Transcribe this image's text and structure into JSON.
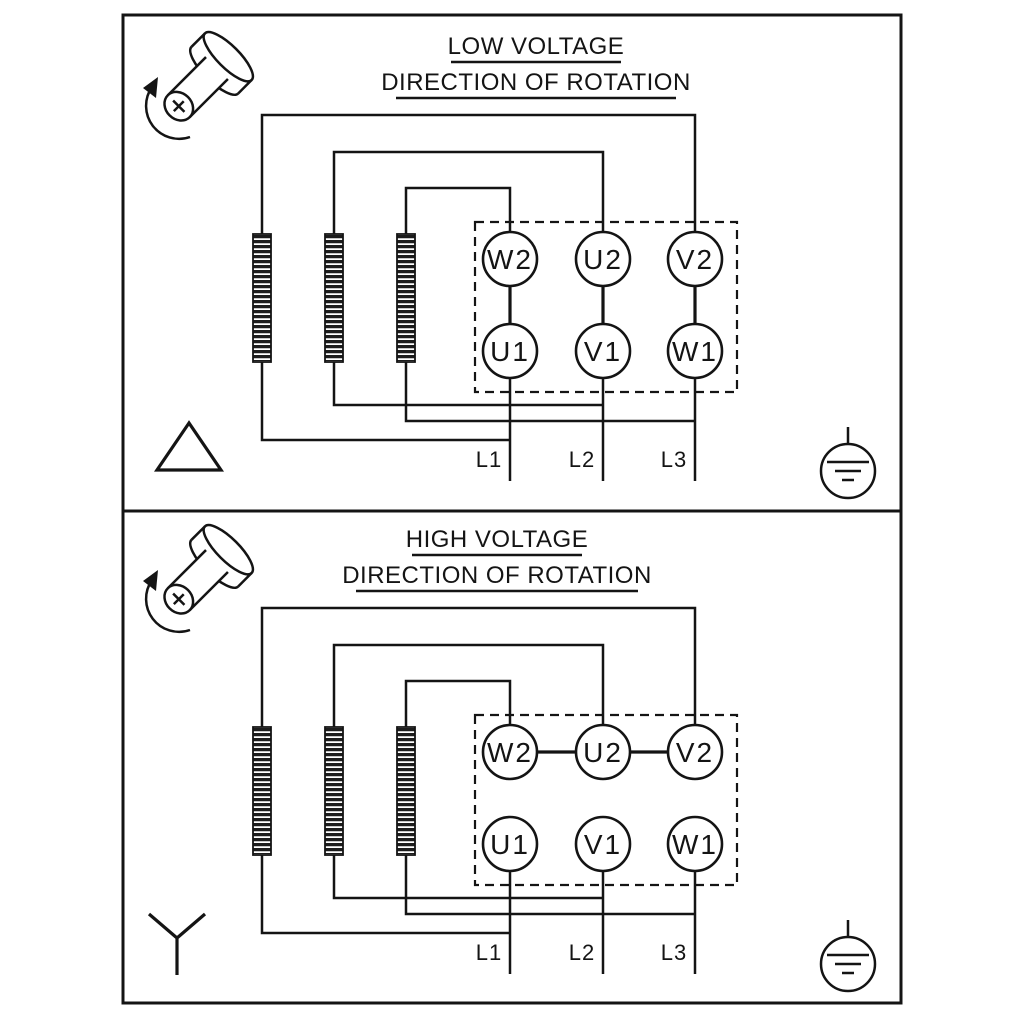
{
  "figure": {
    "kind": "motor-terminal-wiring-diagram",
    "panels": [
      {
        "title": "LOW VOLTAGE",
        "subtitle": "DIRECTION OF ROTATION",
        "connection": "delta",
        "terminals_top": [
          "W2",
          "U2",
          "V2"
        ],
        "terminals_bottom": [
          "U1",
          "V1",
          "W1"
        ],
        "leads": [
          "L1",
          "L2",
          "L3"
        ]
      },
      {
        "title": "HIGH VOLTAGE",
        "subtitle": "DIRECTION OF ROTATION",
        "connection": "star",
        "terminals_top": [
          "W2",
          "U2",
          "V2"
        ],
        "terminals_bottom": [
          "U1",
          "V1",
          "W1"
        ],
        "leads": [
          "L1",
          "L2",
          "L3"
        ]
      }
    ],
    "icons": {
      "shaft": "shaft-rotation-icon",
      "earth": "earth-ground-icon",
      "delta": "delta-connection-icon",
      "star": "star-connection-icon",
      "coil": "winding-coil"
    },
    "colors": {
      "ink": "#141414",
      "background": "#ffffff"
    }
  }
}
